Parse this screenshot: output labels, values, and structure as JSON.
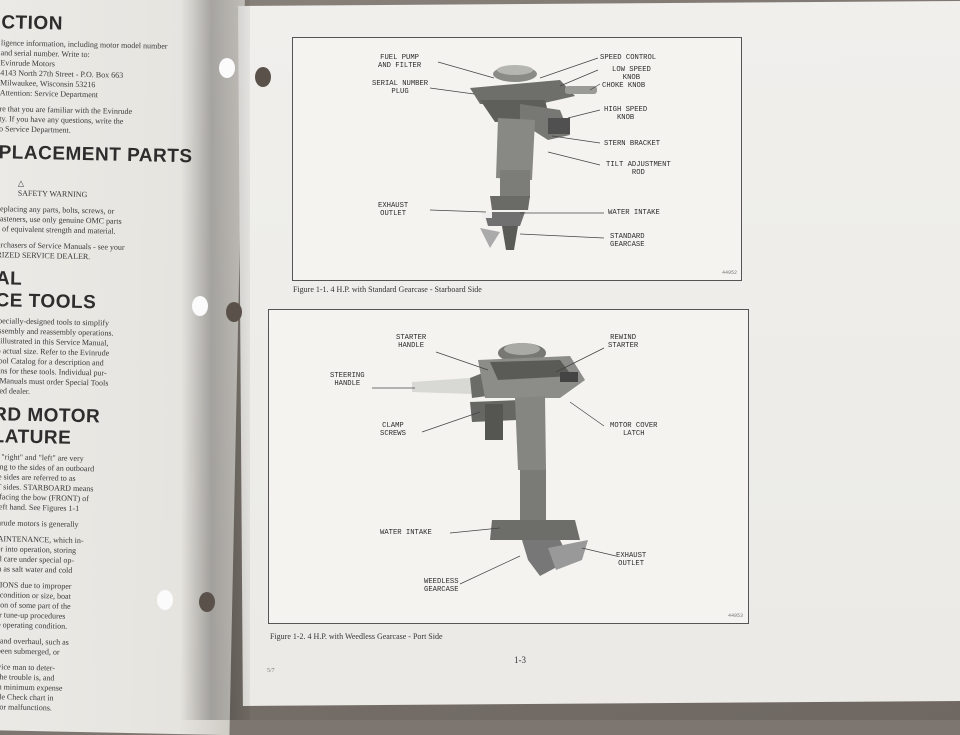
{
  "left_page": {
    "headings": [
      "CTION",
      "PLACEMENT PARTS",
      "AL",
      "CE TOOLS",
      "RD MOTOR",
      "LATURE"
    ],
    "paragraphs": [
      "ligence information, including motor model number\nand serial number. Write to:\n     Evinrude Motors\n     4143 North 27th Street - P.O. Box 663\n     Milwaukee, Wisconsin 53216\n     Attention: Service Department",
      "re that you are familiar with the Evinrude\nty. If you have any questions, write the\no Service Department.",
      "SAFETY WARNING",
      "replacing any parts, bolts, screws, or\nfasteners, use only genuine OMC parts\ns of equivalent strength and material.",
      "urchasers of Service Manuals - see your\nRIZED SERVICE DEALER.",
      "specially-designed tools to simplify\nassembly and reassembly operations.\ne illustrated in this Service Manual,\nto actual size. Refer to the Evinrude\nTool Catalog for a description and\nions for these tools. Individual pur-\ne Manuals must order Special Tools\nized dealer.",
      "ds \"right\" and \"left\" are very\nrring to the sides of an outboard\nthe sides are referred to as\nRT sides. STARBOARD means\nle facing the bow (FRONT) of\ne left hand. See Figures 1-1",
      "vinrude motors is generally",
      "MAINTENANCE, which in-\notor into operation, storing\nand care under special op-\nuch as salt water and cold",
      "CTIONS due to improper\nler condition or size, boat\nsction of some part of the\notor tune-up procedures\nime operating condition.",
      "LY and overhaul, such as\nas been submerged, or",
      "service man to deter-\nist the trouble is, and\nwith minimum expense\nouble Check chart in\nmotor malfunctions."
    ]
  },
  "figure1": {
    "caption": "Figure 1-1. 4 H.P. with Standard Gearcase - Starboard Side",
    "labels": {
      "fuel_pump": "FUEL PUMP\nAND FILTER",
      "serial_plug": "SERIAL NUMBER\nPLUG",
      "speed_control": "SPEED CONTROL",
      "low_speed_knob": "LOW SPEED\nKNOB",
      "choke_knob": "CHOKE KNOB",
      "high_speed_knob": "HIGH SPEED\nKNOB",
      "stern_bracket": "STERN BRACKET",
      "tilt_rod": "TILT ADJUSTMENT\nROD",
      "exhaust_outlet": "EXHAUST\nOUTLET",
      "water_intake": "WATER INTAKE",
      "standard_gearcase": "STANDARD\nGEARCASE"
    },
    "code": "44952"
  },
  "figure2": {
    "caption": "Figure 1-2. 4 H.P. with Weedless Gearcase - Port Side",
    "labels": {
      "starter_handle": "STARTER\nHANDLE",
      "rewind_starter": "REWIND\nSTARTER",
      "steering_handle": "STEERING\nHANDLE",
      "clamp_screws": "CLAMP\nSCREWS",
      "motor_cover_latch": "MOTOR COVER\nLATCH",
      "water_intake": "WATER INTAKE",
      "exhaust_outlet": "EXHAUST\nOUTLET",
      "weedless_gearcase": "WEEDLESS\nGEARCASE"
    },
    "code": "44953"
  },
  "footer": {
    "page_number": "1-3",
    "mark": "5/7"
  }
}
